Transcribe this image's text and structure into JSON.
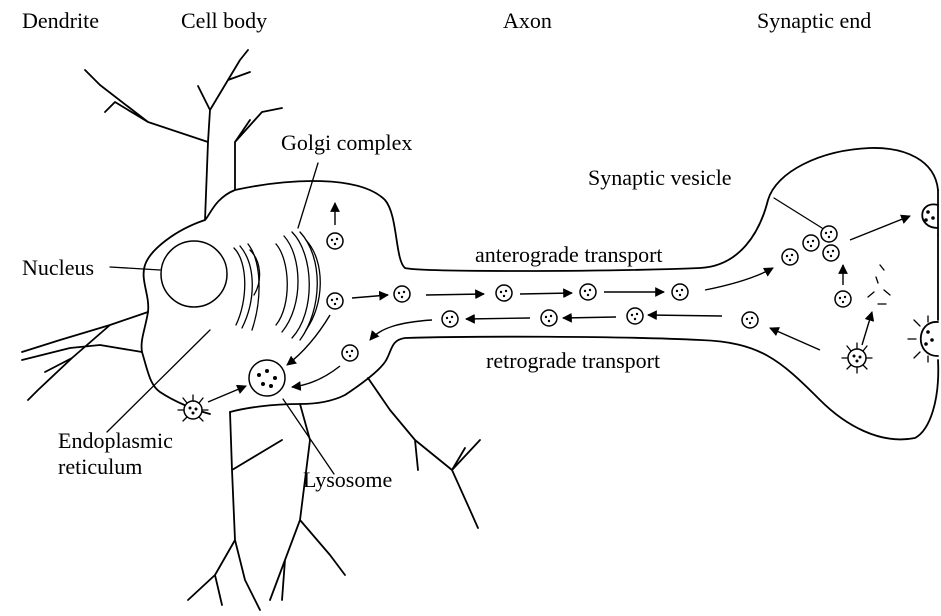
{
  "labels": {
    "dendrite": "Dendrite",
    "cell_body": "Cell body",
    "axon": "Axon",
    "synaptic_end": "Synaptic end",
    "golgi_complex": "Golgi complex",
    "synaptic_vesicle": "Synaptic vesicle",
    "nucleus": "Nucleus",
    "anterograde_transport": "anterograde transport",
    "retrograde_transport": "retrograde transport",
    "endoplasmic_reticulum_line1": "Endoplasmic",
    "endoplasmic_reticulum_line2": "reticulum",
    "lysosome": "Lysosome"
  },
  "colors": {
    "stroke": "#000000",
    "background": "#ffffff"
  }
}
